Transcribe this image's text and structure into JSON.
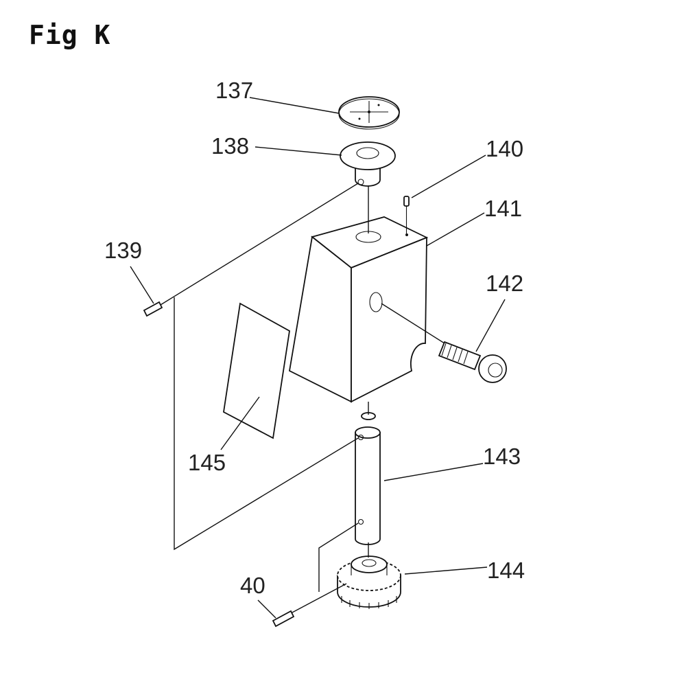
{
  "figure": {
    "title": "Fig K",
    "callouts": {
      "c137": "137",
      "c138": "138",
      "c139": "139",
      "c140": "140",
      "c141": "141",
      "c142": "142",
      "c143": "143",
      "c144": "144",
      "c145": "145",
      "c40": "40"
    }
  }
}
